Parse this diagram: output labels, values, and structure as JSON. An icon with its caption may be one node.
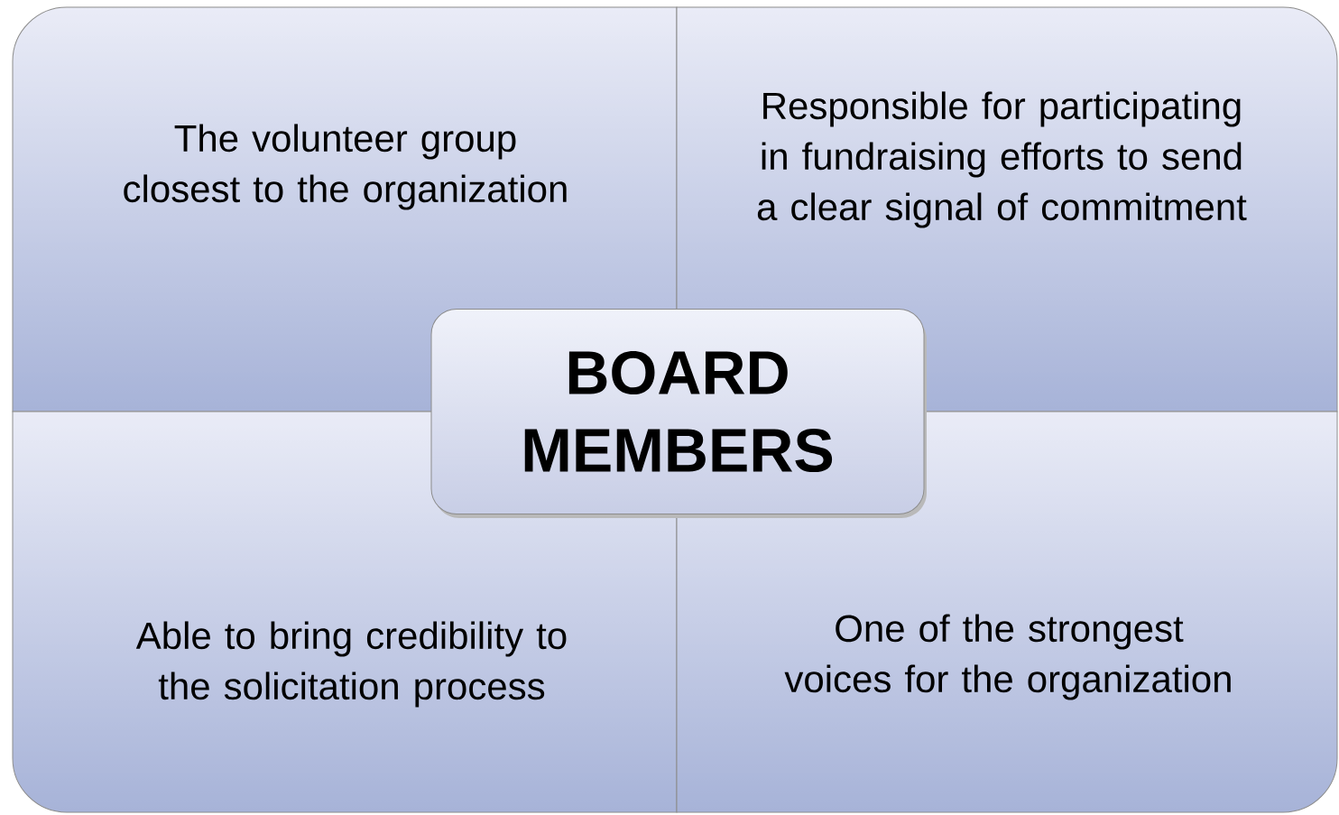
{
  "diagram": {
    "nodes": [
      {
        "text": [
          "The volunteer group closest to the organization"
        ]
      },
      {
        "text": [
          "Responsible for participating in fundraising efforts to send a clear signal of commitment"
        ]
      },
      {
        "text": [
          "Able to bring credibility to the solicitation process"
        ]
      },
      {
        "text": [
          "One of the strongest voices for the organization"
        ]
      },
      {
        "text": [
          "BOARD MEMBERS"
        ]
      }
    ]
  }
}
